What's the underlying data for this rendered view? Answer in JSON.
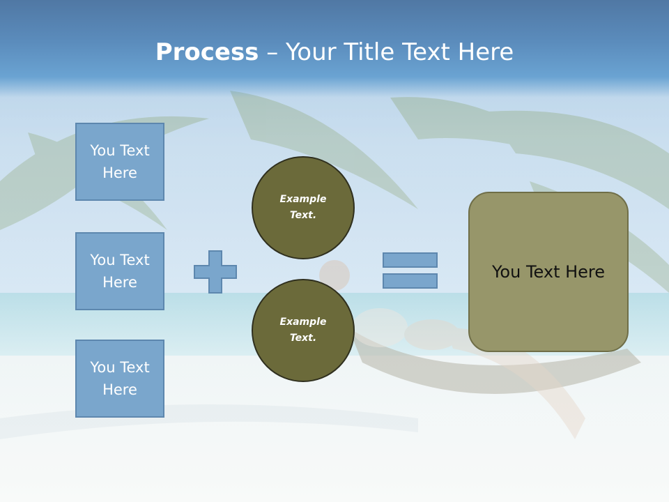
{
  "slide": {
    "title_bold": "Process",
    "title_rest": " – Your Title Text Here",
    "left_boxes": [
      {
        "label": "You Text Here"
      },
      {
        "label": "You Text Here"
      },
      {
        "label": "You Text Here"
      }
    ],
    "circles": [
      {
        "label": "Example Text."
      },
      {
        "label": "Example Text."
      }
    ],
    "result_box": {
      "label": "You Text Here"
    },
    "operators": {
      "plus_icon": "plus-icon",
      "equals_icon": "equals-icon"
    }
  },
  "colors": {
    "header_blue": "#5b8cbc",
    "box_fill": "#7aa6cc",
    "box_border": "#5d87ae",
    "circle_fill": "#6b6a3a",
    "result_fill": "#97966a"
  }
}
